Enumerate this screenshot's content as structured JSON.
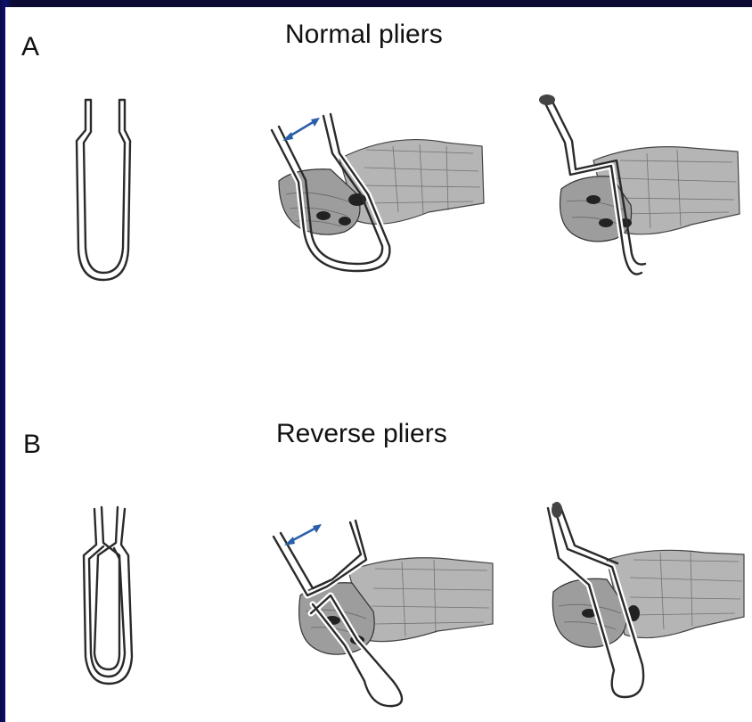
{
  "panels": [
    {
      "letter": "A",
      "title": "Normal pliers"
    },
    {
      "letter": "B",
      "title": "Reverse pliers"
    }
  ],
  "colors": {
    "frame": "#0b0b33",
    "frame_edge": "#0c1070",
    "background": "#ffffff",
    "arrow": "#2a5ea8",
    "line": "#2a2a2a"
  },
  "icons": [
    "double-arrow-icon"
  ]
}
